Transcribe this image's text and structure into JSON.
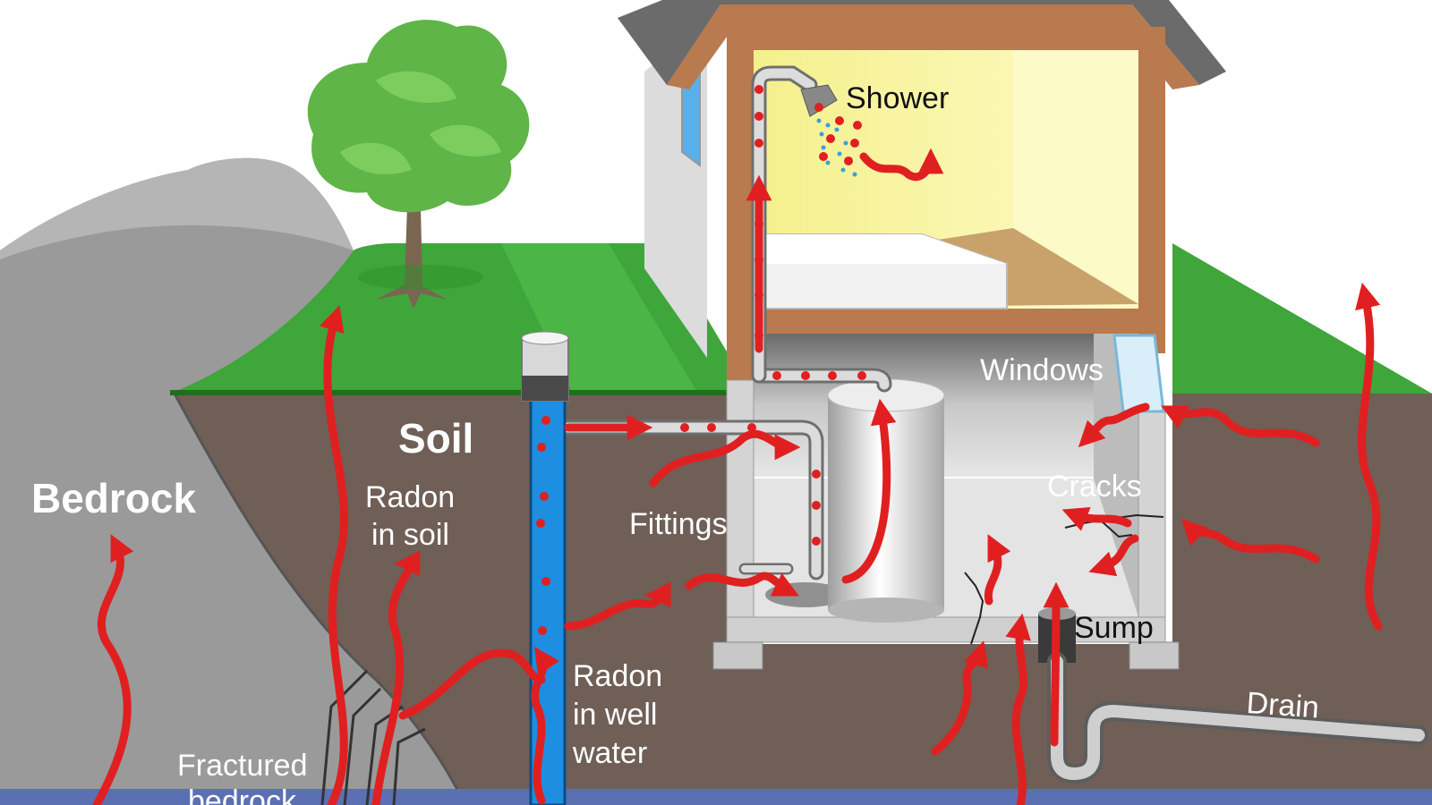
{
  "labels": {
    "bedrock": "Bedrock",
    "soil": "Soil",
    "radon_in_soil_1": "Radon",
    "radon_in_soil_2": "in soil",
    "fractured_bedrock_1": "Fractured",
    "fractured_bedrock_2": "bedrock",
    "fittings": "Fittings",
    "radon_in_well_water_1": "Radon",
    "radon_in_well_water_2": "in well",
    "radon_in_well_water_3": "water",
    "shower": "Shower",
    "windows": "Windows",
    "cracks": "Cracks",
    "sump": "Sump",
    "drain": "Drain"
  },
  "colors": {
    "radon_arrow": "#e02020",
    "soil": "#6f5f57",
    "bedrock": "#9a9a9a",
    "grass": "#3ea63a",
    "groundwater": "#5b6fb3",
    "well_water": "#1e8ee0",
    "bathroom_wall": "#f3ef8a",
    "roof_trim": "#b87a4e"
  }
}
